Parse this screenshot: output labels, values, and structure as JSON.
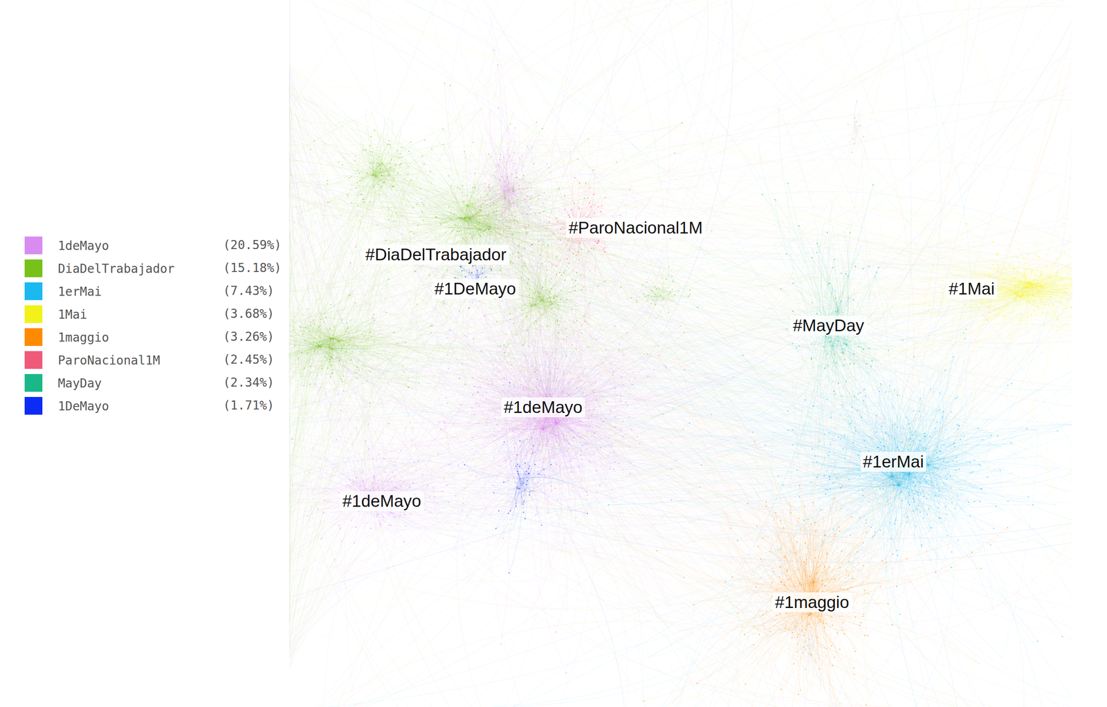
{
  "diagram": {
    "labels": [
      "(20.59%)",
      "(15.18%)",
      "(7.43%)",
      "(3.68%)",
      "(3.26%)",
      "(2.45%)",
      "(2.34%)",
      "(1.71%)",
      "#ParoNacional1M",
      "#DiaDelTrabajador",
      "#1Mai",
      "#1DeMayo",
      "#MayDay",
      "#1deMayo",
      "#1erMai",
      "#1deMayo",
      "#1maggio"
    ],
    "legend": [
      {
        "text": "1deMayo",
        "color": "#d98cf0"
      },
      {
        "text": "DiaDelTrabajador",
        "color": "#77c11a"
      },
      {
        "text": "1erMai",
        "color": "#1ab9f0"
      },
      {
        "text": "1Mai",
        "color": "#f2f21a"
      },
      {
        "text": "1maggio",
        "color": "#ff8a00"
      },
      {
        "text": "ParoNacional1M",
        "color": "#f05a7a"
      },
      {
        "text": "MayDay",
        "color": "#1ab888"
      },
      {
        "text": "1DeMayo",
        "color": "#0a2cf5"
      }
    ]
  }
}
